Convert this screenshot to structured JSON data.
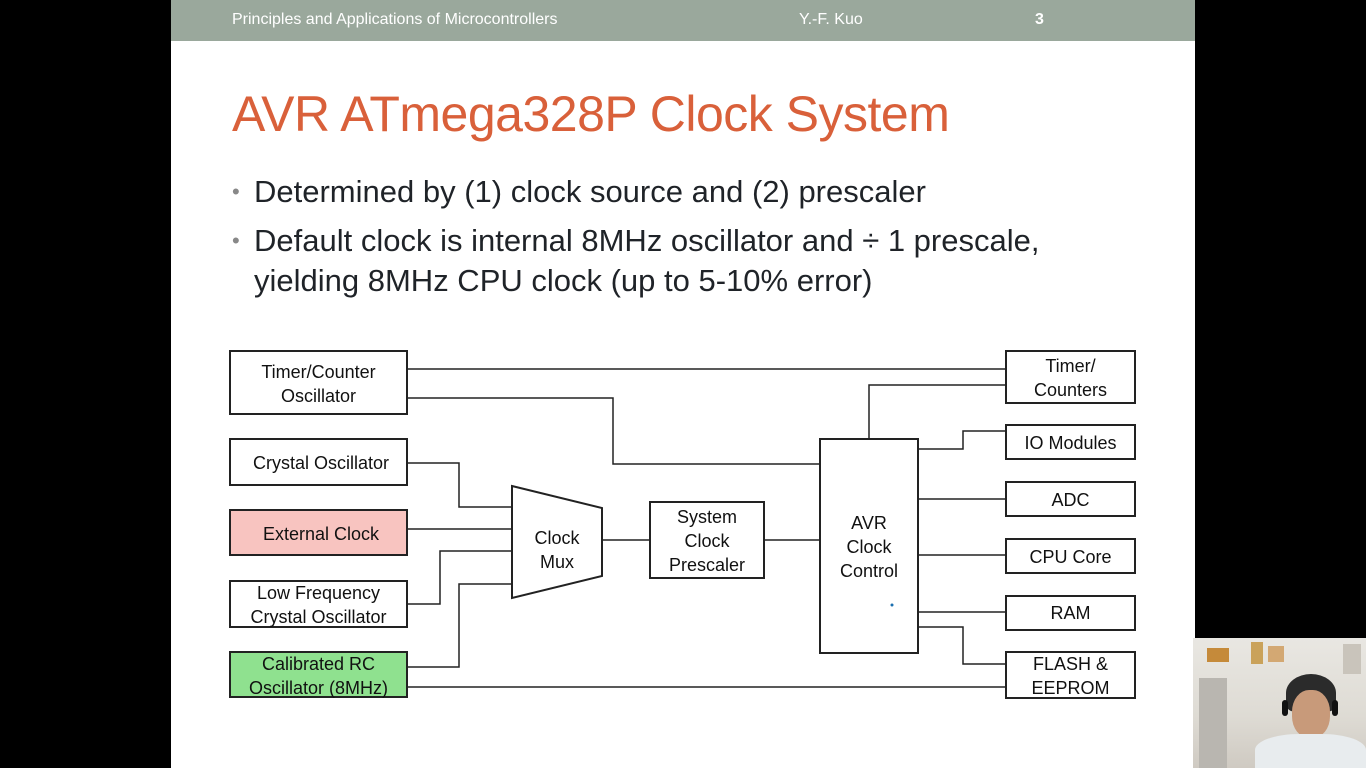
{
  "header": {
    "course": "Principles and Applications of Microcontrollers",
    "author": "Y.-F. Kuo",
    "page": "3"
  },
  "title": "AVR ATmega328P Clock System",
  "bullets": [
    "Determined by (1) clock source and (2) prescaler",
    "Default clock is internal 8MHz oscillator and ÷ 1 prescale, yielding 8MHz CPU clock (up to 5-10% error)"
  ],
  "diagram": {
    "sources": {
      "timer_osc": [
        "Timer/Counter",
        "Oscillator"
      ],
      "crystal": [
        "Crystal Oscillator"
      ],
      "external": [
        "External Clock"
      ],
      "low_freq": [
        "Low Frequency",
        "Crystal Oscillator"
      ],
      "rc": [
        "Calibrated RC",
        "Oscillator (8MHz)"
      ]
    },
    "mux": [
      "Clock",
      "Mux"
    ],
    "prescaler": [
      "System",
      "Clock",
      "Prescaler"
    ],
    "control": [
      "AVR",
      "Clock",
      "Control"
    ],
    "outputs": {
      "timers": [
        "Timer/",
        "Counters"
      ],
      "io": [
        "IO Modules"
      ],
      "adc": [
        "ADC"
      ],
      "cpu": [
        "CPU Core"
      ],
      "ram": [
        "RAM"
      ],
      "flash": [
        "FLASH &",
        "EEPROM"
      ]
    },
    "colors": {
      "external": "#f8c4c0",
      "rc": "#8fe18f"
    }
  },
  "colors": {
    "header_bg": "#9aa89c",
    "title": "#d9603a"
  }
}
